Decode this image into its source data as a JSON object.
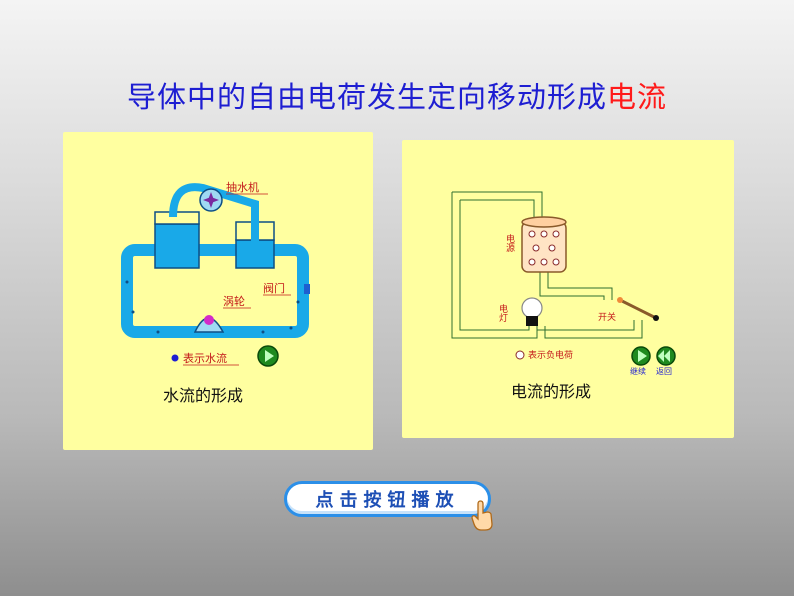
{
  "title": {
    "main": "导体中的自由电荷发生定向移动形成",
    "highlight": "电流"
  },
  "water_panel": {
    "caption": "水流的形成",
    "labels": {
      "pump": "抽水机",
      "valve": "阀门",
      "turbine": "涡轮",
      "legend": "表示水流"
    },
    "icons": [
      "play-icon"
    ]
  },
  "circuit_panel": {
    "caption": "电流的形成",
    "labels": {
      "source": "电源",
      "lamp": "电灯",
      "switch": "开关",
      "legend": "表示负电荷",
      "continue": "继续",
      "back": "返回"
    },
    "icons": [
      "play-icon",
      "rewind-icon"
    ]
  },
  "action_button": {
    "label": "点击按钮播放"
  },
  "colors": {
    "title": "#1e1ed2",
    "title_highlight": "#ff1a1a",
    "panel": "#ffffa0",
    "water": "#19a9e8",
    "button_border": "#2b8fe8"
  }
}
